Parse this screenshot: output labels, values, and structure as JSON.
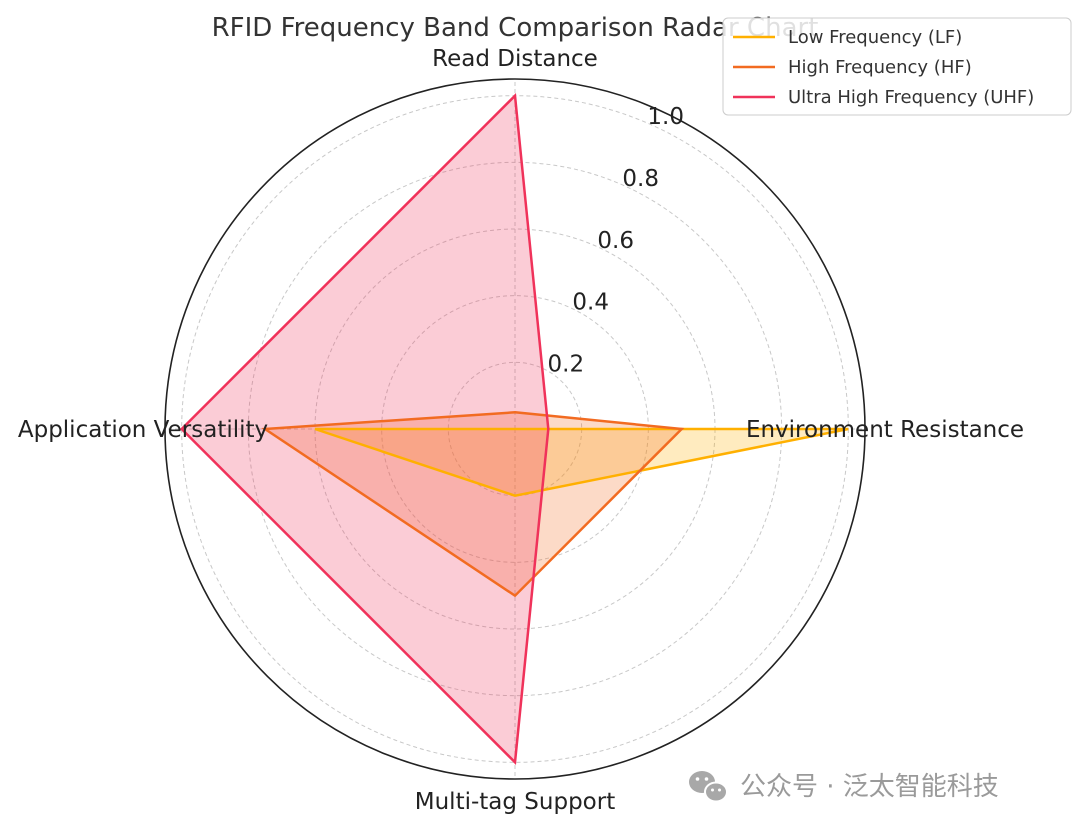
{
  "chart_data": {
    "type": "radar",
    "title": "RFID Frequency Band Comparison Radar Chart",
    "categories": [
      "Read Distance",
      "Environment Resistance",
      "Multi-tag Support",
      "Application Versatility"
    ],
    "rticks": [
      0.2,
      0.4,
      0.6,
      0.8,
      1.0
    ],
    "rtick_labels": [
      "0.2",
      "0.4",
      "0.6",
      "0.8",
      "1.0"
    ],
    "rlim": [
      0,
      1.05
    ],
    "grid": true,
    "legend_position": "top-right",
    "series": [
      {
        "name": "Low Frequency (LF)",
        "values": [
          0.0,
          1.0,
          0.2,
          0.6
        ],
        "color": "#FFB000"
      },
      {
        "name": "High Frequency (HF)",
        "values": [
          0.05,
          0.5,
          0.5,
          0.75
        ],
        "color": "#F26B21"
      },
      {
        "name": "Ultra High Frequency (UHF)",
        "values": [
          1.0,
          0.1,
          1.0,
          1.0
        ],
        "color": "#F0325A"
      }
    ]
  },
  "watermark": {
    "text": "公众号 · 泛太智能科技",
    "icon": "wechat-icon"
  }
}
